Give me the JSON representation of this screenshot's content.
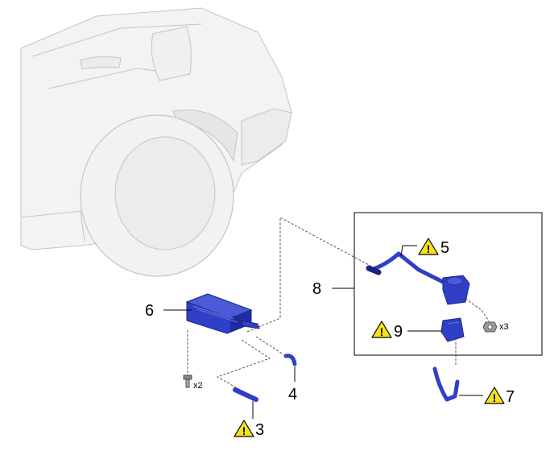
{
  "callouts": {
    "c3": "3",
    "c4": "4",
    "c5": "5",
    "c6": "6",
    "c7": "7",
    "c8": "8",
    "c9": "9"
  },
  "quantities": {
    "bolt": "x2",
    "nut": "x3"
  },
  "warning_mark": "!",
  "colors": {
    "part_blue": "#2f3fc8",
    "part_dark": "#1a2480",
    "vehicle_fill": "#f3f3f3",
    "vehicle_line": "#c4c4c4",
    "warning_yellow": "#f5e21a"
  }
}
